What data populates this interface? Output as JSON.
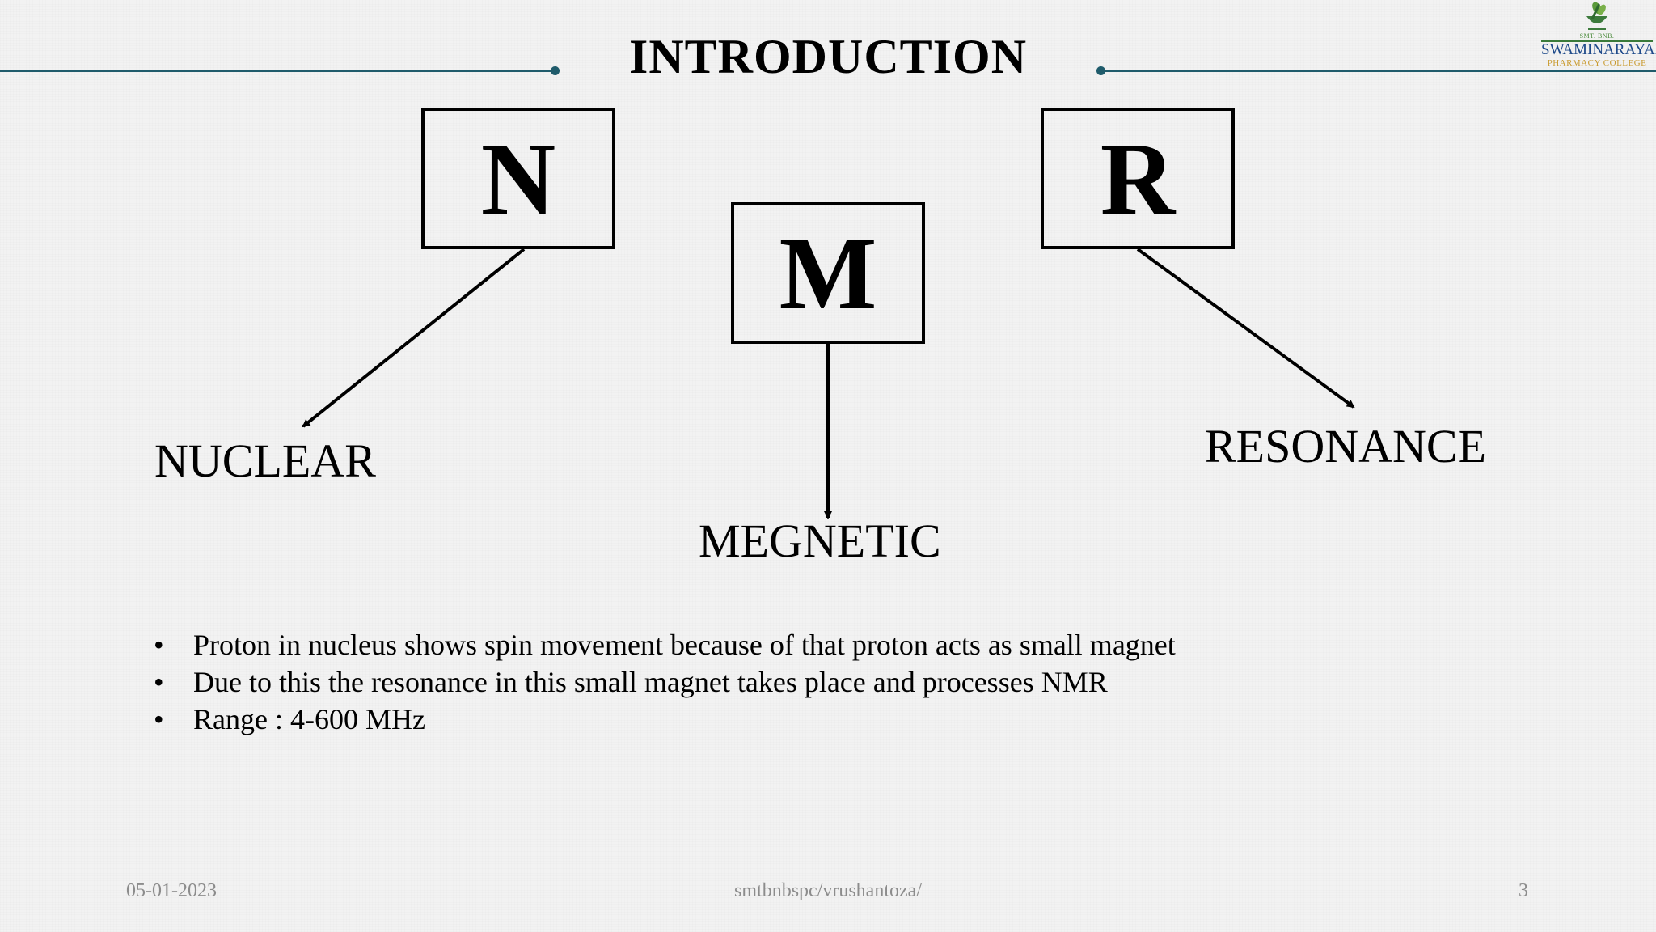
{
  "slide": {
    "title": "INTRODUCTION",
    "letters": {
      "n": "N",
      "m": "M",
      "r": "R"
    },
    "words": {
      "nuclear": "NUCLEAR",
      "magnetic": "MEGNETIC",
      "resonance": "RESONANCE"
    },
    "bullets": [
      "Proton in nucleus shows spin movement because of that proton acts as small magnet",
      "Due to this the resonance in this small magnet takes place and processes NMR",
      "Range : 4-600 MHz"
    ],
    "bullet_glyph": "•"
  },
  "logo": {
    "top_text": "SMT. BNB.",
    "name": "SWAMINARAYAN",
    "sub": "PHARMACY COLLEGE"
  },
  "footer": {
    "date": "05-01-2023",
    "center": "smtbnbspc/vrushantoza/",
    "page": "3"
  },
  "colors": {
    "rule": "#1f5b6b",
    "text": "#000000",
    "footer_text": "#8c8c8c",
    "logo_blue": "#1e4a8a",
    "logo_gold": "#c99a2e",
    "logo_green": "#4a8a3a"
  },
  "icons": {
    "logo": "mortar-pestle-leaf-icon"
  }
}
